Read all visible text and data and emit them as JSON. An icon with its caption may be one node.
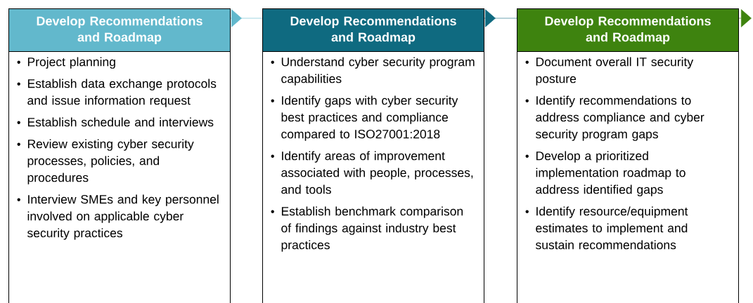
{
  "diagram": {
    "nodes": [
      {
        "text": [
          "Develop Recommendations and Roadmap"
        ]
      },
      {
        "text": [
          "Project planning",
          "Establish data exchange protocols and issue information request",
          "Establish schedule and interviews",
          "Review existing cyber security processes, policies, and procedures",
          "Interview SMEs and key personnel involved on applicable cyber security practices"
        ]
      },
      {
        "text": [
          "Develop Recommendations and Roadmap"
        ]
      },
      {
        "text": [
          "Understand cyber security program capabilities",
          "Identify gaps with cyber security best practices and compliance compared to ISO27001:2018",
          "Identify areas of improvement associated with people, processes, and tools",
          "Establish benchmark comparison of findings against industry best practices"
        ]
      },
      {
        "text": [
          "Develop Recommendations and Roadmap"
        ]
      },
      {
        "text": [
          "Document overall IT security posture",
          "Identify recommendations to address compliance and cyber security program gaps",
          "Develop a prioritized implementation roadmap to address identified gaps",
          "Identify resource/equipment estimates to implement and sustain recommendations"
        ]
      }
    ],
    "edges": [
      {
        "from": 0,
        "to": 2,
        "arrow": "to",
        "color": "#62b8cc"
      },
      {
        "from": 2,
        "to": 4,
        "arrow": "to",
        "color": "#0f6a80"
      },
      {
        "from": 4,
        "to": null,
        "arrow": "to",
        "color": "#3e830f"
      }
    ]
  }
}
